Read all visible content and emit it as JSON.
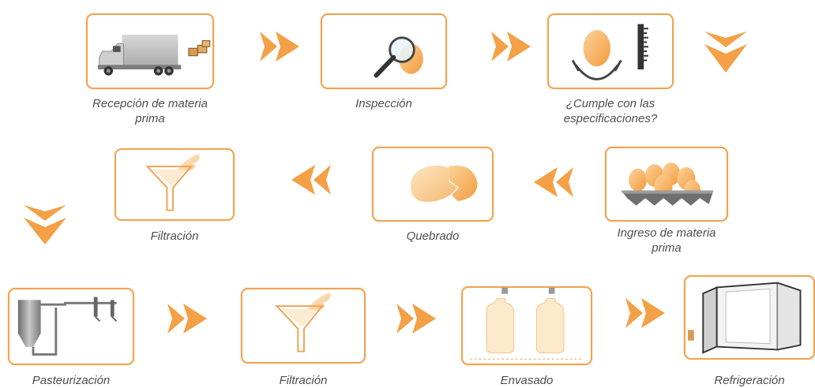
{
  "steps": [
    {
      "label": "Recepción de materia\nprima",
      "icon": "truck-icon"
    },
    {
      "label": "Inspección",
      "icon": "magnifier-egg-icon"
    },
    {
      "label": "¿Cumple con las\nespecificaciones?",
      "icon": "egg-caliper-icon"
    },
    {
      "label": "Ingreso de materia\nprima",
      "icon": "egg-tray-icon"
    },
    {
      "label": "Quebrado",
      "icon": "broken-egg-icon"
    },
    {
      "label": "Filtración",
      "icon": "funnel-icon"
    },
    {
      "label": "Pasteurización",
      "icon": "pasteurizer-icon"
    },
    {
      "label": "Filtración",
      "icon": "funnel-icon"
    },
    {
      "label": "Envasado",
      "icon": "bottles-icon"
    },
    {
      "label": "Refrigeración",
      "icon": "cold-room-icon"
    }
  ],
  "colors": {
    "border": "#f2a24e",
    "arrow": "#f4a046",
    "egg": "#f6b05a",
    "label": "#4e4e4e"
  }
}
